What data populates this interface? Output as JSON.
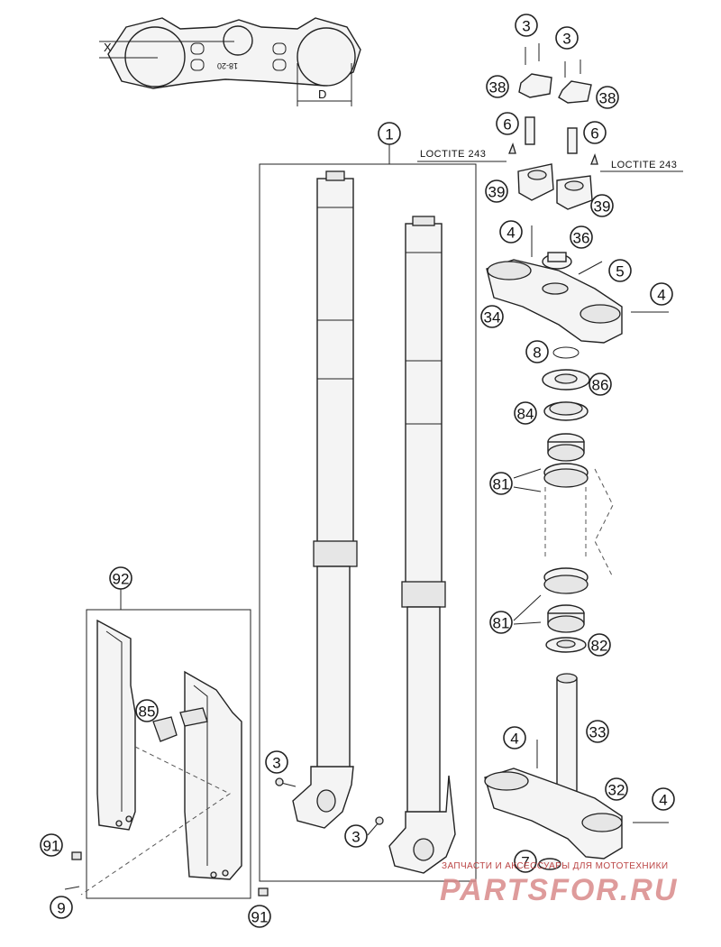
{
  "top_view": {
    "dim_x": "X",
    "dim_d": "D",
    "marking": "18-20"
  },
  "loctite_labels": [
    "LOCTITE 243",
    "LOCTITE 243"
  ],
  "callouts": {
    "c3a": "3",
    "c3b": "3",
    "c38a": "38",
    "c38b": "38",
    "c6a": "6",
    "c6b": "6",
    "c39a": "39",
    "c39b": "39",
    "c1": "1",
    "c4a": "4",
    "c36": "36",
    "c5": "5",
    "c4b": "4",
    "c34": "34",
    "c8": "8",
    "c86": "86",
    "c84": "84",
    "c81a": "81",
    "c81b": "81",
    "c82": "82",
    "c92": "92",
    "c85": "85",
    "c91a": "91",
    "c9": "9",
    "c3c": "3",
    "c3d": "3",
    "c91b": "91",
    "c4c": "4",
    "c33": "33",
    "c32": "32",
    "c4d": "4",
    "c7": "7"
  },
  "watermark": {
    "text": "ЗАПЧАСТИ И АКСЕССУАРЫ ДЛЯ МОТОТЕХНИКИ",
    "logo": "PARTSFOR.RU"
  }
}
